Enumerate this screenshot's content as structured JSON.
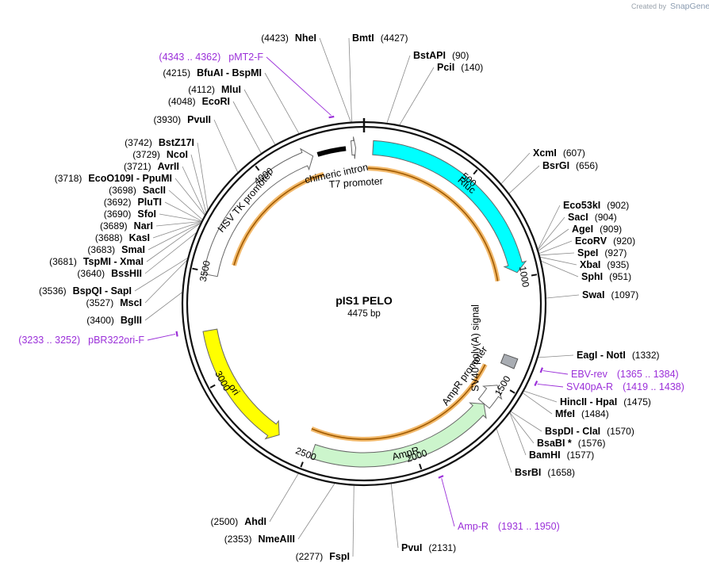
{
  "branding": {
    "prefix": "Created by",
    "app": "SnapGene"
  },
  "plasmid": {
    "name": "pIS1 PELO",
    "size_label": "4475 bp",
    "length": 4475
  },
  "ticks": [
    {
      "pos": 500,
      "label": "500"
    },
    {
      "pos": 1000,
      "label": "1000"
    },
    {
      "pos": 1500,
      "label": "1500"
    },
    {
      "pos": 2000,
      "label": "2000"
    },
    {
      "pos": 2500,
      "label": "2500"
    },
    {
      "pos": 3000,
      "label": "3000"
    },
    {
      "pos": 3500,
      "label": "3500"
    },
    {
      "pos": 4000,
      "label": "4000"
    }
  ],
  "features": [
    {
      "name": "Rluc",
      "start": 41,
      "end": 976,
      "strand": 1,
      "color": "#00ffff",
      "label_inside": true
    },
    {
      "name": "SV40 poly(A) signal",
      "start": 1365,
      "end": 1410,
      "strand": 0,
      "color": "#a9adb3",
      "label_inside": false
    },
    {
      "name": "AmpR promoter",
      "start": 1510,
      "end": 1614,
      "strand": -1,
      "color": "#ffffff",
      "label_inside": false
    },
    {
      "name": "AmpR",
      "start": 1615,
      "end": 2475,
      "strand": -1,
      "color": "#ccf5cc",
      "label_inside": true
    },
    {
      "name": "ori",
      "start": 2646,
      "end": 3234,
      "strand": -1,
      "color": "#ffff00",
      "label_inside": true
    },
    {
      "name": "HSV TK promoter",
      "start": 3487,
      "end": 4238,
      "strand": 1,
      "color": "#ffffff",
      "label_inside": true
    },
    {
      "name": "chimeric intron",
      "start": 4260,
      "end": 4392,
      "strand": 0,
      "color": "#000000",
      "label_inside": false
    },
    {
      "name": "T7 promoter",
      "start": 4418,
      "end": 4437,
      "strand": 1,
      "color": "#ffffff",
      "label_inside": false
    }
  ],
  "orfs": [
    {
      "start": 20,
      "end": 1000
    },
    {
      "start": 1450,
      "end": 2520
    },
    {
      "start": 3560,
      "end": 4260
    }
  ],
  "sites": [
    {
      "name": "NheI",
      "pos_label": "(4423)",
      "pos": 4423
    },
    {
      "name": "BmtI",
      "pos_label": "(4427)",
      "pos": 4427
    },
    {
      "name": "BstAPI",
      "pos_label": "(90)",
      "pos": 90
    },
    {
      "name": "PciI",
      "pos_label": "(140)",
      "pos": 140
    },
    {
      "name": "BfuAI - BspMI",
      "pos_label": "(4215)",
      "pos": 4215
    },
    {
      "name": "MluI",
      "pos_label": "(4112)",
      "pos": 4112
    },
    {
      "name": "EcoRI",
      "pos_label": "(4048)",
      "pos": 4048
    },
    {
      "name": "PvuII",
      "pos_label": "(3930)",
      "pos": 3930
    },
    {
      "name": "BstZ17I",
      "pos_label": "(3742)",
      "pos": 3742
    },
    {
      "name": "NcoI",
      "pos_label": "(3729)",
      "pos": 3729
    },
    {
      "name": "AvrII",
      "pos_label": "(3721)",
      "pos": 3721
    },
    {
      "name": "EcoO109I - PpuMI",
      "pos_label": "(3718)",
      "pos": 3718
    },
    {
      "name": "SacII",
      "pos_label": "(3698)",
      "pos": 3698
    },
    {
      "name": "PluTI",
      "pos_label": "(3692)",
      "pos": 3692
    },
    {
      "name": "SfoI",
      "pos_label": "(3690)",
      "pos": 3690
    },
    {
      "name": "NarI",
      "pos_label": "(3689)",
      "pos": 3689
    },
    {
      "name": "KasI",
      "pos_label": "(3688)",
      "pos": 3688
    },
    {
      "name": "SmaI",
      "pos_label": "(3683)",
      "pos": 3683
    },
    {
      "name": "TspMI - XmaI",
      "pos_label": "(3681)",
      "pos": 3681
    },
    {
      "name": "BssHII",
      "pos_label": "(3640)",
      "pos": 3640
    },
    {
      "name": "BspQI - SapI",
      "pos_label": "(3536)",
      "pos": 3536
    },
    {
      "name": "MscI",
      "pos_label": "(3527)",
      "pos": 3527
    },
    {
      "name": "BglII",
      "pos_label": "(3400)",
      "pos": 3400
    },
    {
      "name": "XcmI",
      "pos_label": "(607)",
      "pos": 607
    },
    {
      "name": "BsrGI",
      "pos_label": "(656)",
      "pos": 656
    },
    {
      "name": "Eco53kI",
      "pos_label": "(902)",
      "pos": 902
    },
    {
      "name": "SacI",
      "pos_label": "(904)",
      "pos": 904
    },
    {
      "name": "AgeI",
      "pos_label": "(909)",
      "pos": 909
    },
    {
      "name": "EcoRV",
      "pos_label": "(920)",
      "pos": 920
    },
    {
      "name": "SpeI",
      "pos_label": "(927)",
      "pos": 927
    },
    {
      "name": "XbaI",
      "pos_label": "(935)",
      "pos": 935
    },
    {
      "name": "SphI",
      "pos_label": "(951)",
      "pos": 951
    },
    {
      "name": "SwaI",
      "pos_label": "(1097)",
      "pos": 1097
    },
    {
      "name": "EagI - NotI",
      "pos_label": "(1332)",
      "pos": 1332
    },
    {
      "name": "HincII - HpaI",
      "pos_label": "(1475)",
      "pos": 1475
    },
    {
      "name": "MfeI",
      "pos_label": "(1484)",
      "pos": 1484
    },
    {
      "name": "BspDI - ClaI",
      "pos_label": "(1570)",
      "pos": 1570
    },
    {
      "name": "BsaBI *",
      "pos_label": "(1576)",
      "pos": 1576
    },
    {
      "name": "BamHI",
      "pos_label": "(1577)",
      "pos": 1577
    },
    {
      "name": "BsrBI",
      "pos_label": "(1658)",
      "pos": 1658
    },
    {
      "name": "PvuI",
      "pos_label": "(2131)",
      "pos": 2131
    },
    {
      "name": "FspI",
      "pos_label": "(2277)",
      "pos": 2277
    },
    {
      "name": "NmeAIII",
      "pos_label": "(2353)",
      "pos": 2353
    },
    {
      "name": "AhdI",
      "pos_label": "(2500)",
      "pos": 2500
    }
  ],
  "primers": [
    {
      "name": "pMT2-F",
      "range_label": "(4343 .. 4362)",
      "pos": 4352
    },
    {
      "name": "pBR322ori-F",
      "range_label": "(3233 .. 3252)",
      "pos": 3242
    },
    {
      "name": "EBV-rev",
      "range_label": "(1365 .. 1384)",
      "pos": 1374
    },
    {
      "name": "SV40pA-R",
      "range_label": "(1419 .. 1438)",
      "pos": 1428
    },
    {
      "name": "Amp-R",
      "range_label": "(1931 .. 1950)",
      "pos": 1940
    }
  ]
}
